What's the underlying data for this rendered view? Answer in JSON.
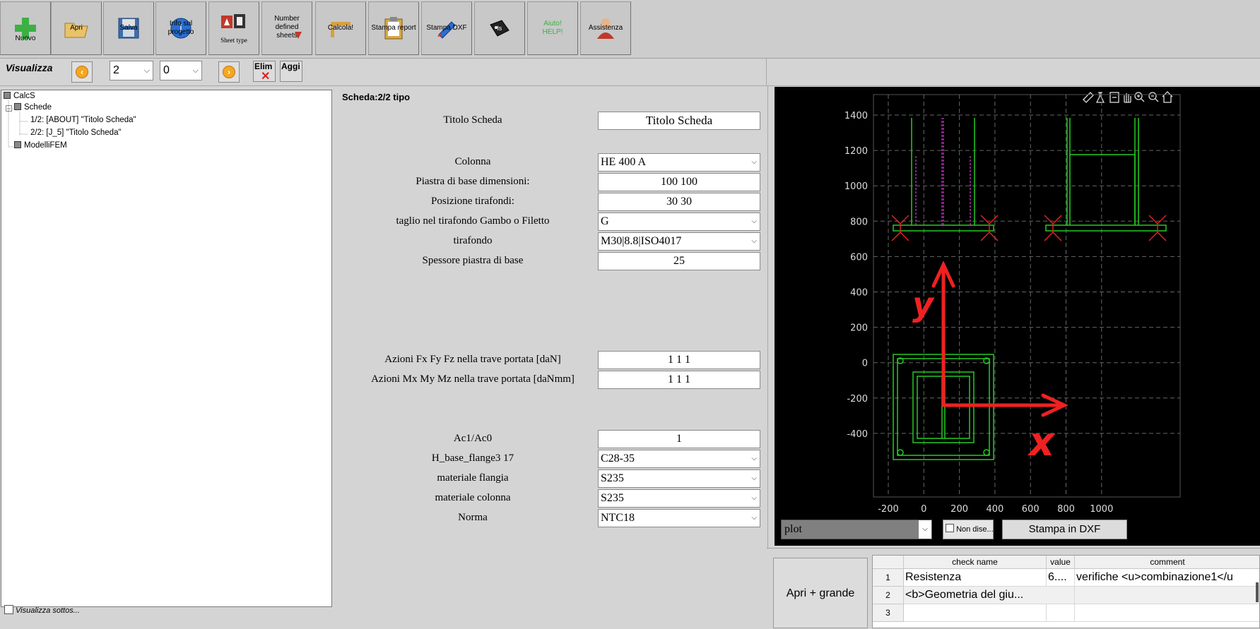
{
  "toolbar": {
    "buttons": [
      {
        "label": "Nuovo"
      },
      {
        "label": "Apri"
      },
      {
        "label": "Salva"
      },
      {
        "label": "Info sul progetto"
      },
      {
        "label": "Sheet type"
      },
      {
        "label": "Number defined sheets"
      },
      {
        "label": "Calcola!"
      },
      {
        "label": "Stampa report"
      },
      {
        "label": "Stampa DXF"
      },
      {
        "label": "ls"
      },
      {
        "label": "Aiuto! HELP!"
      },
      {
        "label": "Assistenza"
      }
    ]
  },
  "nav": {
    "visualizza_label": "Visualizza",
    "sheet_value": "2",
    "sub_value": "0",
    "elim_label": "Elim",
    "aggi_label": "Aggi"
  },
  "tree": {
    "root": "CalcS",
    "schede": "Schede",
    "items": [
      "1/2: [ABOUT] \"Titolo Scheda\"",
      "2/2: [J_5] \"Titolo Scheda\""
    ],
    "modelli": "ModelliFEM",
    "checkbox_label": "Visualizza sottos..."
  },
  "form": {
    "header": "Scheda:2/2 tipo",
    "titolo_label": "Titolo Scheda",
    "titolo_value": "Titolo Scheda",
    "colonna_label": "Colonna",
    "colonna_value": "HE 400 A",
    "piastra_label": "Piastra di base dimensioni:",
    "piastra_value": "100 100",
    "tirafondi_label": "Posizione tirafondi:",
    "tirafondi_value": "30 30",
    "taglio_label": "taglio nel tirafondo Gambo o Filetto",
    "taglio_value": "G",
    "tirafondo_label": "tirafondo",
    "tirafondo_value": "M30|8.8|ISO4017",
    "spessore_label": "Spessore piastra di base",
    "spessore_value": "25",
    "azioni_f_label": "Azioni Fx Fy Fz nella trave portata [daN]",
    "azioni_f_value": "1 1 1",
    "azioni_m_label": "Azioni Mx My Mz nella trave portata [daNmm]",
    "azioni_m_value": "1 1 1",
    "ac_label": "Ac1/Ac0",
    "ac_value": "1",
    "hbase_label": "H_base_flange3 17",
    "hbase_value": "C28-35",
    "mat_flangia_label": "materiale flangia",
    "mat_flangia_value": "S235",
    "mat_colonna_label": "materiale colonna",
    "mat_colonna_value": "S235",
    "norma_label": "Norma",
    "norma_value": "NTC18"
  },
  "plot": {
    "x_ticks": [
      "-200",
      "0",
      "200",
      "400",
      "600",
      "800",
      "1000"
    ],
    "y_ticks": [
      "1400",
      "1200",
      "1000",
      "800",
      "600",
      "400",
      "200",
      "0",
      "-200",
      "-400"
    ],
    "axis_x_label": "x",
    "axis_y_label": "y",
    "combo_value": "plot",
    "nondise_label": "Non dise...",
    "stampa_label": "Stampa in DXF"
  },
  "checks": {
    "apri_label": "Apri + grande",
    "headers": [
      "check name",
      "value",
      "comment"
    ],
    "rows": [
      {
        "n": "1",
        "name": "Resistenza",
        "value": "6....",
        "comment": "verifiche <u>combinazione1</u"
      },
      {
        "n": "2",
        "name": "<b>Geometria del giu...",
        "value": "",
        "comment": ""
      },
      {
        "n": "3",
        "name": "",
        "value": "",
        "comment": ""
      }
    ]
  },
  "colors": {
    "green": "#22cc22",
    "magenta": "#cc33cc",
    "red": "#ee2222",
    "plot_bg": "#000000",
    "accent_orange": "#f5a623"
  }
}
